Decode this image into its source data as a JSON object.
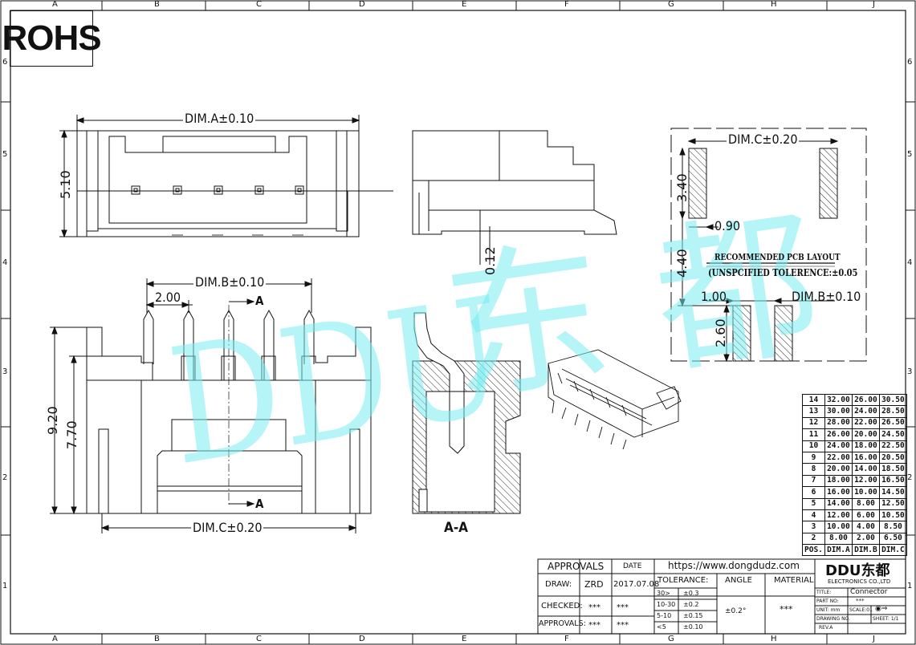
{
  "rohs_label": "ROHS",
  "grid": {
    "columns": [
      "A",
      "B",
      "C",
      "D",
      "E",
      "F",
      "G",
      "H",
      "J"
    ],
    "rows": [
      "6",
      "5",
      "4",
      "3",
      "2",
      "1"
    ]
  },
  "dimensions": {
    "top_dim_a": "DIM.A±0.10",
    "top_height": "5.10",
    "side_gap": "0.12",
    "front_dim_b": "DIM.B±0.10",
    "front_pitch": "2.00",
    "section_mark_top": "A",
    "section_mark_bottom": "A",
    "front_h1": "9.20",
    "front_h2": "7.70",
    "front_dim_c": "DIM.C±0.20",
    "section_label": "A-A"
  },
  "pcb": {
    "dim_c": "DIM.C±0.20",
    "h_340": "3.40",
    "w_090": "0.90",
    "h_440": "4.40",
    "title": "RECOMMENDED PCB LAYOUT",
    "tolerance": "(UNSPCIFIED TOLERENCE:±0.05",
    "w_100": "1.00",
    "dim_b": "DIM.B±0.10",
    "h_260": "2.60"
  },
  "watermark": {
    "latin": "DDU",
    "cjk": "东 都"
  },
  "position_table": {
    "rows": [
      [
        "14",
        "32.00",
        "26.00",
        "30.50"
      ],
      [
        "13",
        "30.00",
        "24.00",
        "28.50"
      ],
      [
        "12",
        "28.00",
        "22.00",
        "26.50"
      ],
      [
        "11",
        "26.00",
        "20.00",
        "24.50"
      ],
      [
        "10",
        "24.00",
        "18.00",
        "22.50"
      ],
      [
        "9",
        "22.00",
        "16.00",
        "20.50"
      ],
      [
        "8",
        "20.00",
        "14.00",
        "18.50"
      ],
      [
        "7",
        "18.00",
        "12.00",
        "16.50"
      ],
      [
        "6",
        "16.00",
        "10.00",
        "14.50"
      ],
      [
        "5",
        "14.00",
        "8.00",
        "12.50"
      ],
      [
        "4",
        "12.00",
        "6.00",
        "10.50"
      ],
      [
        "3",
        "10.00",
        "4.00",
        "8.50"
      ],
      [
        "2",
        "8.00",
        "2.00",
        "6.50"
      ]
    ],
    "header": [
      "POS.",
      "DIM.A",
      "DIM.B",
      "DIM.C"
    ]
  },
  "title_block": {
    "approvals": "APPROVALS",
    "date_head": "DATE",
    "url": "https://www.dongdudz.com",
    "draw_label": "DRAW:",
    "draw_name": "ZRD",
    "draw_date": "2017.07.08",
    "checked_label": "CHECKED:",
    "checked_name": "***",
    "checked_date": "***",
    "approvals_label": "APPROVALS:",
    "approvals_name": "***",
    "approvals_date": "***",
    "tolerance_head": "TOLERANCE:",
    "angle_head": "ANGLE",
    "material_head": "MATERIAL",
    "tol_rows": [
      [
        "30>",
        "±0.3"
      ],
      [
        "10-30",
        "±0.2"
      ],
      [
        "5-10",
        "±0.15"
      ],
      [
        "<5",
        "±0.10"
      ]
    ],
    "angle_value": "±0.2°",
    "material_value": "***",
    "company_logo": "DDU东都",
    "company_name": "ELECTRONICS CO.,LTD",
    "title_label": "TITLE:",
    "title_value": "Connector",
    "part_no_label": "PART NO:",
    "part_no_value": "***",
    "unit_label": "UNIT: mm",
    "scale_label": "SCALE:01",
    "drawing_no_label": "DRAWING NO.",
    "sheet_label": "SHEET: 1/1",
    "rev_label": "REV.A"
  }
}
